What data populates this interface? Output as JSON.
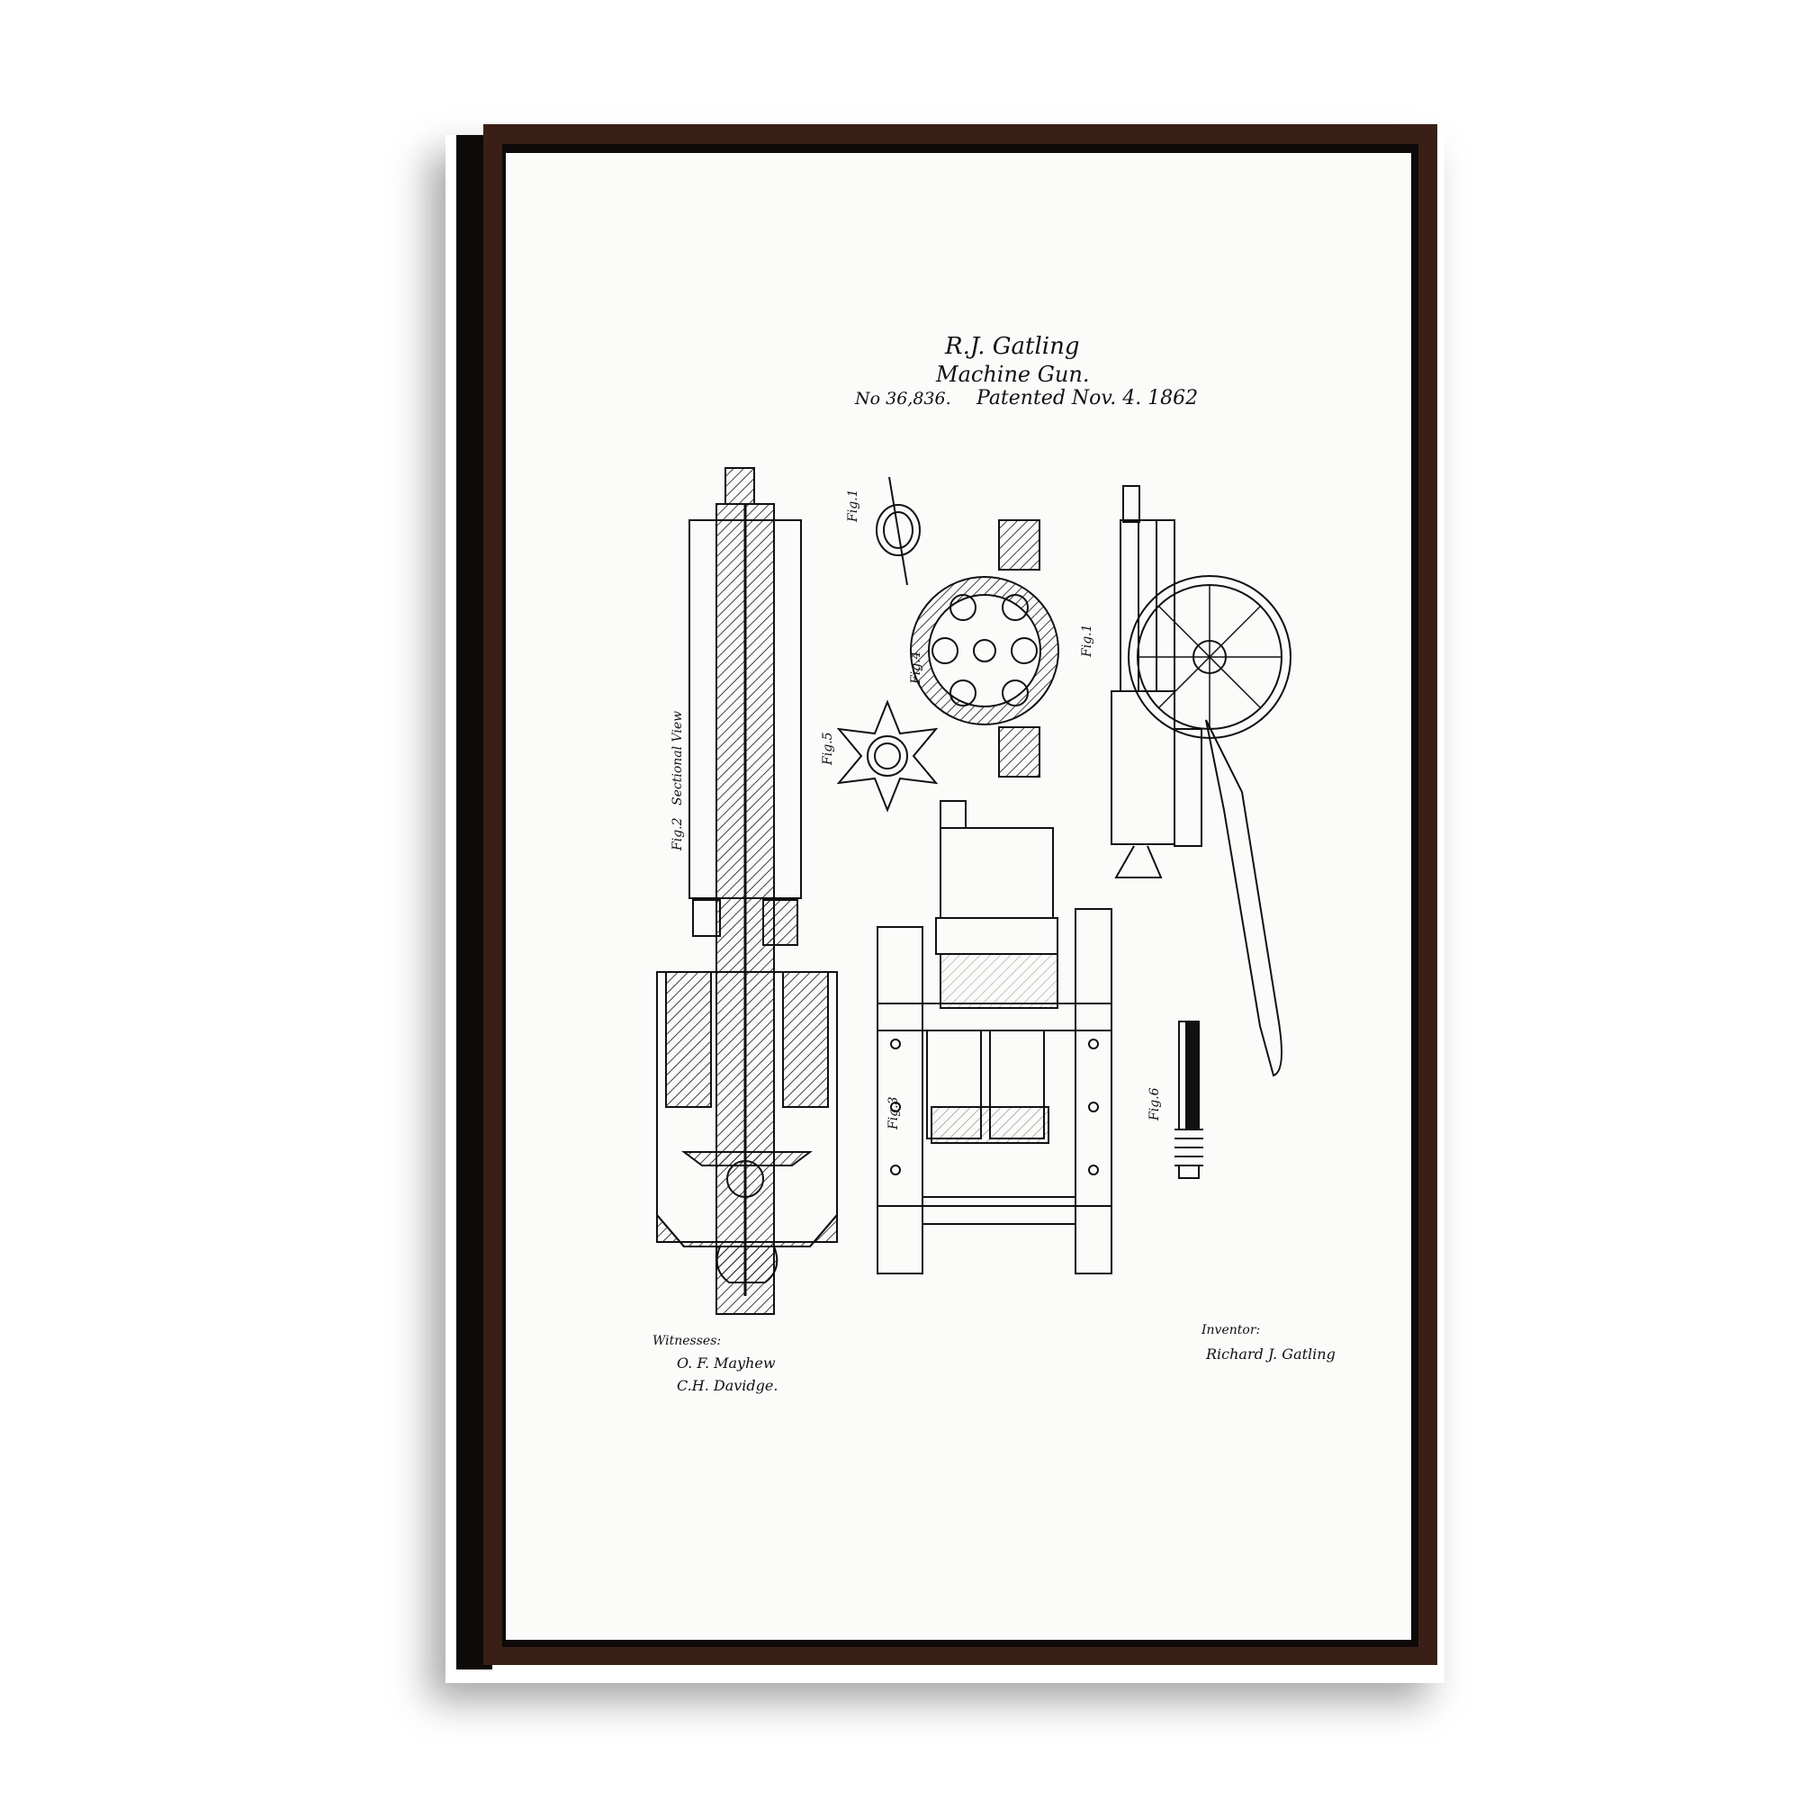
{
  "colors": {
    "frame": "#3a1f16",
    "frame_side": "#0e0a08",
    "canvas": "#fbfbfa",
    "ink": "#111111"
  },
  "patent": {
    "inventor_name": "R.J. Gatling",
    "title": "Machine Gun.",
    "number": "No 36,836.",
    "date": "Patented Nov. 4. 1862"
  },
  "figures": {
    "fig1_spring": "Fig.1",
    "fig2": "Fig.2",
    "fig2_caption": "Sectional View",
    "fig3": "Fig.3",
    "fig4": "Fig.4",
    "fig5": "Fig.5",
    "fig1_side": "Fig.1",
    "fig6": "Fig.6"
  },
  "signatures": {
    "witnesses_label": "Witnesses:",
    "witness_1": "O. F. Mayhew",
    "witness_2": "C.H. Davidge.",
    "inventor_label": "Inventor:",
    "inventor_signature": "Richard J. Gatling"
  }
}
